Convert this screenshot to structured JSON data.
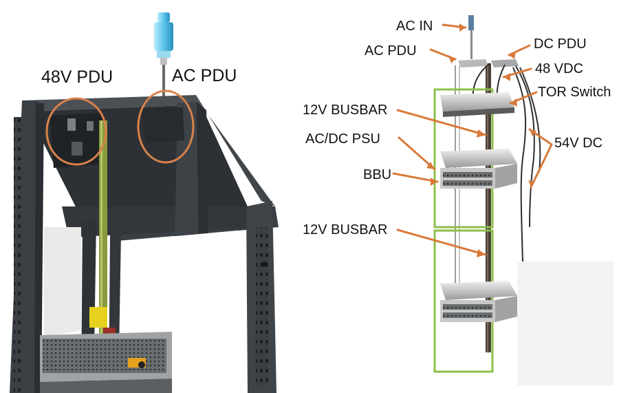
{
  "left_panel": {
    "labels": {
      "pdu_48v": "48V PDU",
      "ac_pdu": "AC PDU"
    }
  },
  "right_panel": {
    "labels": {
      "ac_in": "AC IN",
      "ac_pdu": "AC PDU",
      "dc_pdu": "DC PDU",
      "vdc_48": "48 VDC",
      "tor_switch": "TOR Switch",
      "busbar_12v_top": "12V BUSBAR",
      "acdc_psu": "AC/DC PSU",
      "dc_54v": "54V DC",
      "bbu": "BBU",
      "busbar_12v_bottom": "12V BUSBAR"
    }
  },
  "colors": {
    "rack_frame": "#3a3f44",
    "highlight_ring": "#d9824a",
    "busbar_green": "#8cbf4a",
    "leader_orange": "#d97a3a",
    "connector_blue": "#7fd4f0",
    "marker_yellow": "#e6d21e"
  }
}
